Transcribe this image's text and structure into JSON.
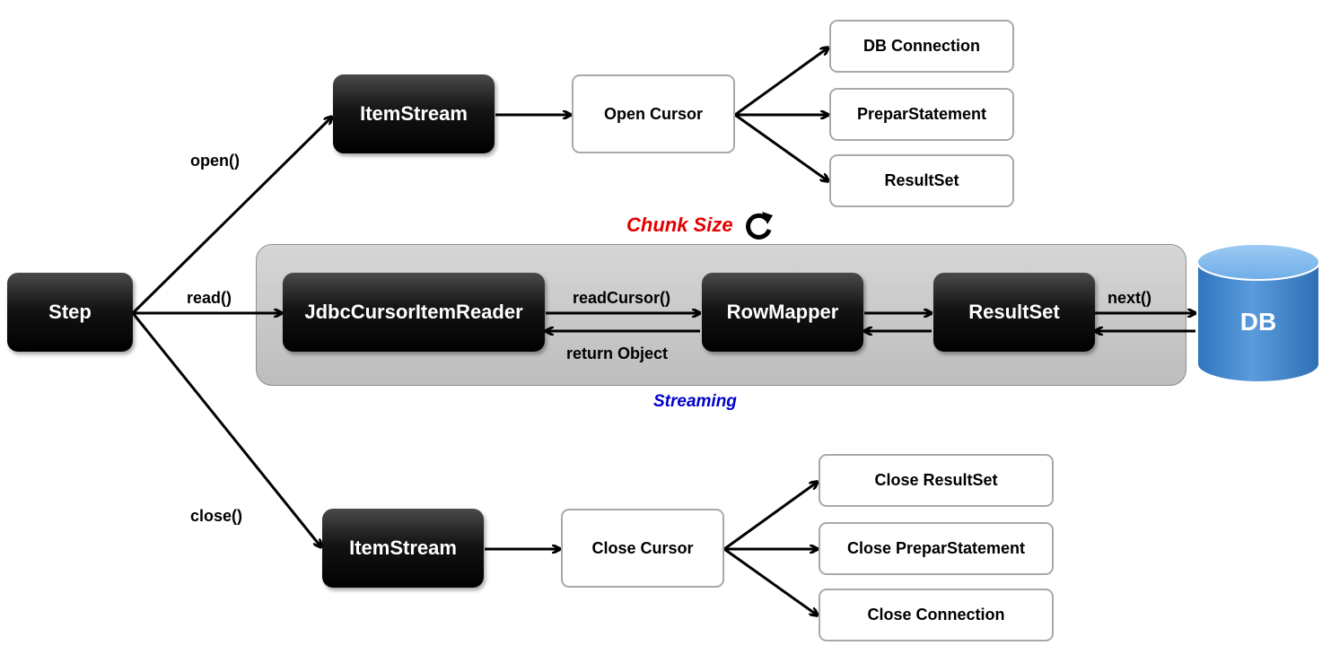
{
  "nodes": {
    "step": "Step",
    "itemstream_open": "ItemStream",
    "open_cursor": "Open Cursor",
    "db_connection": "DB Connection",
    "prepar_statement": "PreparStatement",
    "resultset_open": "ResultSet",
    "reader": "JdbcCursorItemReader",
    "rowmapper": "RowMapper",
    "resultset": "ResultSet",
    "db": "DB",
    "itemstream_close": "ItemStream",
    "close_cursor": "Close Cursor",
    "close_resultset": "Close ResultSet",
    "close_prepar_statement": "Close PreparStatement",
    "close_connection": "Close Connection"
  },
  "edges": {
    "open": "open()",
    "read": "read()",
    "close": "close()",
    "read_cursor": "readCursor()",
    "return_object": "return Object",
    "next": "next()"
  },
  "annotations": {
    "chunk_size": "Chunk Size",
    "streaming": "Streaming"
  },
  "colors": {
    "chunk_size": "#e30000",
    "streaming": "#0000cc",
    "db_cylinder": "#3f86cc"
  },
  "icons": {
    "chunk_loop": "refresh-icon"
  }
}
